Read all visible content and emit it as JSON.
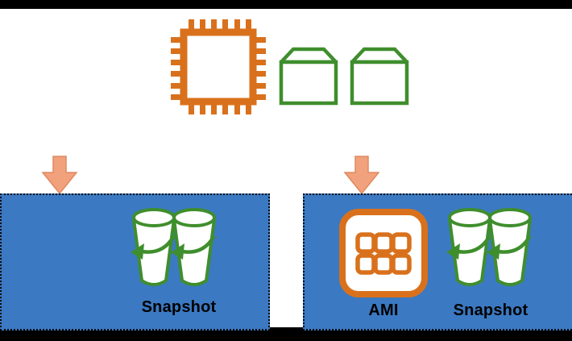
{
  "colors": {
    "orange": "#d9711c",
    "green": "#3f8e2d",
    "blue": "#3b79c2",
    "arrow_fill": "#f2a17d",
    "arrow_border": "#de8a60",
    "label": "#000000",
    "frame": "#000000",
    "background": "#ffffff"
  },
  "top_group": {
    "chip_icon": "ec2-chip-icon",
    "volume_icon": "ebs-volume-icon",
    "volume_count": 2
  },
  "arrows": {
    "icon": "down-arrow-icon",
    "count": 2
  },
  "left_box": {
    "snapshot_label": "Snapshot",
    "bucket_icon": "snapshot-bucket-icon",
    "bucket_count": 2
  },
  "right_box": {
    "ami_label": "AMI",
    "snapshot_label": "Snapshot",
    "ami_icon": "ami-grid-icon",
    "bucket_icon": "snapshot-bucket-icon",
    "bucket_count": 2
  }
}
